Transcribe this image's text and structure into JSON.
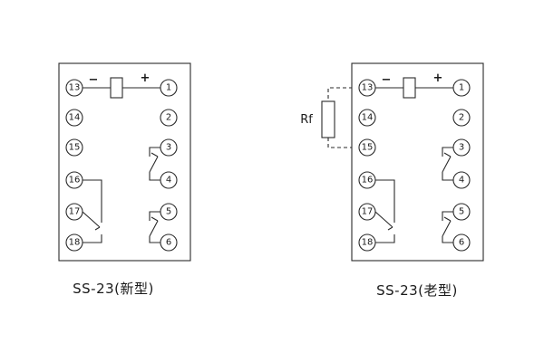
{
  "diagrams": [
    {
      "caption": "SS-23(新型)",
      "polarity": {
        "minus": "−",
        "plus": "+"
      },
      "left_terminals": [
        "13",
        "14",
        "15",
        "16",
        "17",
        "18"
      ],
      "right_terminals": [
        "1",
        "2",
        "3",
        "4",
        "5",
        "6"
      ]
    },
    {
      "caption": "SS-23(老型)",
      "polarity": {
        "minus": "−",
        "plus": "+"
      },
      "left_terminals": [
        "13",
        "14",
        "15",
        "16",
        "17",
        "18"
      ],
      "right_terminals": [
        "1",
        "2",
        "3",
        "4",
        "5",
        "6"
      ],
      "external_resistor_label": "Rf"
    }
  ]
}
